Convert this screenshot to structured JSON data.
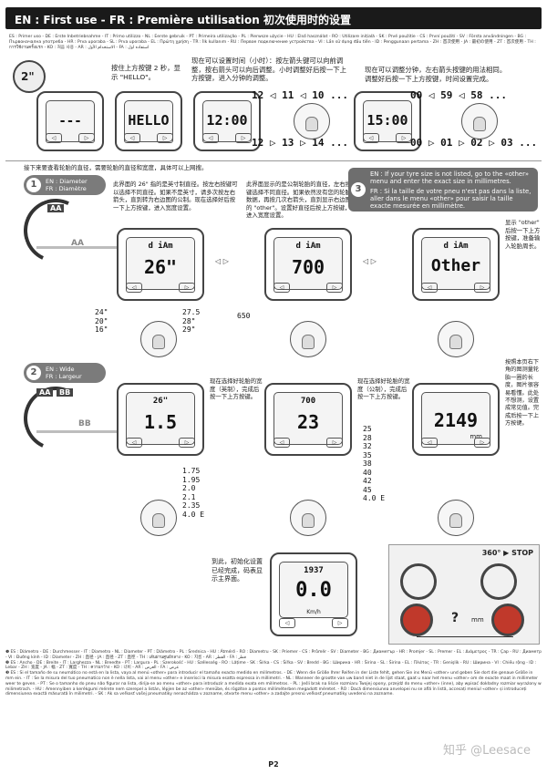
{
  "header": {
    "title": "EN : First use - FR : Première utilisation  初次使用时的设置"
  },
  "lang_strip": "ES : Primer uso - DE : Erste Inbetriebnahme - IT : Primo utilizzo - NL : Eerste gebruik - PT : Primeira utilização - PL : Pierwsze użycie - HU : Első használat - RO : Utilizare inițială - SK : Prvé použitie - CS : První použití - SV : Första användningen - BG : Първоначална употреба - HR : Prva uporaba - SL : Prva uporaba - EL : Πρώτη χρήση - TR : İlk kullanım - RU : Первое подключение устройства - VI : Lần sử dụng đầu tiên - ID : Penggunaan pertama - ZH : 首次使用 - JA : 最初の使用 - ZT : 首次使用 - TH : การใช้งานครั้งแรก - KO : 처음 사용 - AR : الاستخدام الأول - FA : استفاده اول",
  "hold": {
    "label": "2\""
  },
  "step1": {
    "note_zh": "按住上方按键 2 秒，显示 \"HELLO\"。",
    "screen_a": "---",
    "screen_b": "HELLO"
  },
  "step2": {
    "note_zh": "现在可以设置时间（小时）：按左箭头键可以向前调整，按右箭头可以向后调整。小时调整好后按一下上方按键，进入分钟的调整。",
    "screen": "12:00",
    "seq_top": "12 ◁ 11 ◁ 10 ...",
    "seq_bottom": "12 ▷ 13 ▷ 14 ..."
  },
  "step3": {
    "note_zh": "现在可以调整分钟，左右箭头按键的用法相同。调整好后按一下上方按键，时间设置完成。",
    "screen": "15:00",
    "seq_top": "00 ◁ 59 ◁ 58 ...",
    "seq_bottom": "00 ▷ 01 ▷ 02 ▷ 03 ..."
  },
  "tyre_intro_zh": "接下来要查看轮胎的直径，需要轮胎的直径和宽度，具体可以上网搜。",
  "diameter": {
    "num": "1",
    "label_en": "EN : Diameter",
    "label_fr": "FR : Diamètre",
    "tag": "AA",
    "note_zh": "此界面的 26\" 指的是英寸制直径。按左右按键可以选择不同直径。如果不是英寸，请多次按左右箭头，直到转为右边图的公制。现在选择好后按一下上方按键，进入宽度设置。",
    "screen_label": "d iAm",
    "screen_value": "26\"",
    "sizes_left": [
      "24\"",
      "20\"",
      "16\""
    ],
    "sizes_right": [
      "27.5",
      "28\"",
      "29\""
    ]
  },
  "metric": {
    "note_zh": "此界面显示的是公制轮胎的直径，左右按键选择不同直径。如果依然没有您的轮胎数据，再按几次右箭头，直到显示右边图的 \"other\"。设置好直径后按上方按键，进入宽度设置。",
    "screen_label": "d iAm",
    "screen_value": "700",
    "left_size": "650"
  },
  "other": {
    "num": "3",
    "note_en": "EN : If your tyre size is not listed, go to the «other» menu and enter the exact size in millimetres.",
    "note_fr": "FR : Si la taille de votre pneu n'est pas dans la liste, aller dans le menu «other» pour saisir la taille exacte mesurée en millimètre.",
    "note_zh": "显示 \"other\" 后按一下上方按键，准备输入轮胎周长。",
    "screen_label": "d iAm",
    "screen_value": "Other"
  },
  "width": {
    "num": "2",
    "label_en": "EN : Wide",
    "label_fr": "FR : Largeur",
    "tag_a": "AA",
    "tag_b": "BB",
    "tag_c": "BB",
    "note_zh_imperial": "现在选择好轮胎的宽度（英制），完成后按一下上方按键。",
    "note_zh_metric": "现在选择好轮胎的宽度（公制），完成后按一下上方按键。",
    "note_zh_other": "按照本页右下角的图测量轮胎一圈的长度，图片很容易看懂。此处不想测，设置成常见值。完成后按一下上方按键。",
    "imperial_top": "26\"",
    "imperial_value": "1.5",
    "metric_top": "700",
    "metric_value": "23",
    "other_value": "2149",
    "other_unit": "mm",
    "imperial_sizes": [
      "1.75",
      "1.95",
      "2.0",
      "2.1",
      "2.35",
      "4.0 E"
    ],
    "metric_sizes": [
      "25",
      "28",
      "32",
      "35",
      "38",
      "40",
      "42",
      "45",
      "4.0 E"
    ]
  },
  "final": {
    "note_zh": "到此，初始化设置已经完成，码表显示主界面。",
    "top": "1937",
    "value": "0.0",
    "unit": "Km/h"
  },
  "stop_box": {
    "title": "360° ▶ STOP",
    "unit": "mm",
    "question": "? "
  },
  "footer": {
    "line1": "❶ ES : Diámetro - DE : Durchmesser - IT : Diametro - NL : Diameter - PT : Diâmetro - PL : Średnica - HU : Átmérő - RO : Diametru - SK : Priemer - CS : Průměr - SV : Diameter - BG : Диаметър - HR : Promjer - SL : Premer - EL : Διάμετρος - TR : Çap - RU : Диаметр - VI : Đường kính - ID : Diameter - ZH : 直径 - JA : 直径 - ZT : 直徑 - TH : เส้นผ่านศูนย์กลาง - KO : 지름 - AR : القطر - FA : قطر",
    "line2": "❷ ES : Ancho - DE : Breite - IT : Larghezza - NL : Breedte - PT : Largura - PL : Szerokość - HU : Szélesség - RO : Lățime - SK : Šírka - CS : Šířka - SV : Bredd - BG : Ширина - HR : Širina - SL : Širina - EL : Πλάτος - TR : Genişlik - RU : Ширина - VI : Chiều rộng - ID : Lebar - ZH : 宽度 - JA : 幅 - ZT : 寬度 - TH : ความกว้าง - KO : 너비 - AR : العرض - FA : عرض",
    "line3": "❸ ES : Si el tamaño de su neumático no está en la lista, vaya al menú «other» para introducir el tamaño exacto medido en milímetros. - DE : Wenn die Größe Ihrer Reifen in der Liste fehlt, gehen Sie ins Menü «other» und geben Sie dort die genaue Größe in mm ein. - IT : Se la misura del tuo pneumatico non è nella lista, vai al menu «other» e inserisci la misura esatta espressa in millimetri. - NL : Wanneer de grootte van uw band niet in de lijst staat, gaat u naar het menu «other» om de exacte maat in millimeter weer te geven. - PT : Se o tamanho do pneu não figurar na lista, dirija-se ao menu «other» para introduzir a medida exata em milímetros. - PL : Jeśli brak na liście rozmiaru Twojej opony, przejdź do menu «other» (inne), aby wpisać dokładny rozmiar wyrażony w milimetrach. - HU : Amennyiben a kerékgumi mérete nem szerepel a listán, lépjen be az «other» menübe, és rögzítse a pontos milliméterben megadott méretet. - RO : Dacă dimensiunea anvelopei nu se află în listă, accesați meniul «other» și introduceți dimensiunea exactă măsurată în milimetri. - SK : Ak sa veľkosť vašej pneumatiky nenachádza v zozname, otvorte menu «other» a zadajte presnú veľkosť pneumatiky uvedenú na zozname."
  },
  "watermark": "知乎 @Leesace",
  "page": "P2"
}
